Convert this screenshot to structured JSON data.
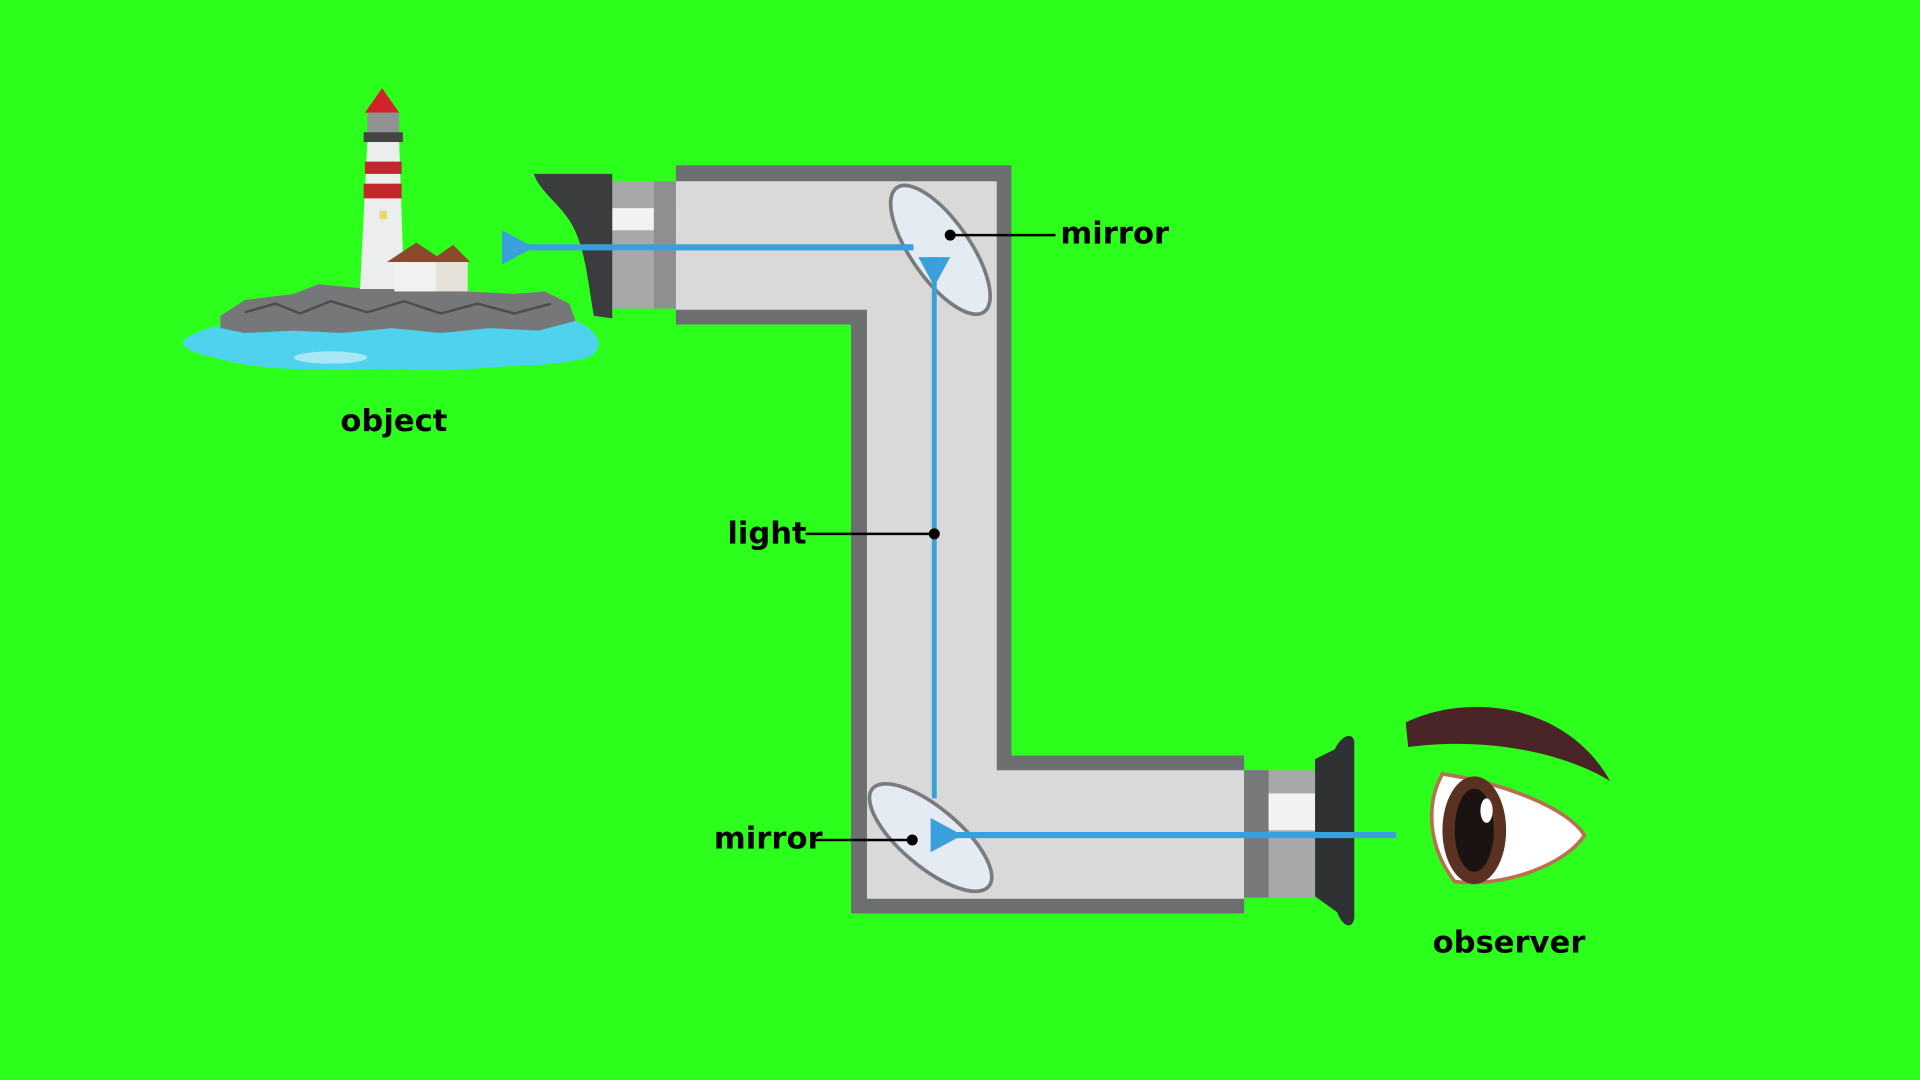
{
  "labels": {
    "object": "object",
    "observer": "observer",
    "mirror_top": "mirror",
    "mirror_bottom": "mirror",
    "light": "light"
  },
  "colors": {
    "background": "#2dff1c",
    "tube_outer": "#6d6e70",
    "tube_inner": "#d9d9da",
    "light_ray": "#3aa0dc",
    "mirror_fill": "#e4ebf2"
  }
}
